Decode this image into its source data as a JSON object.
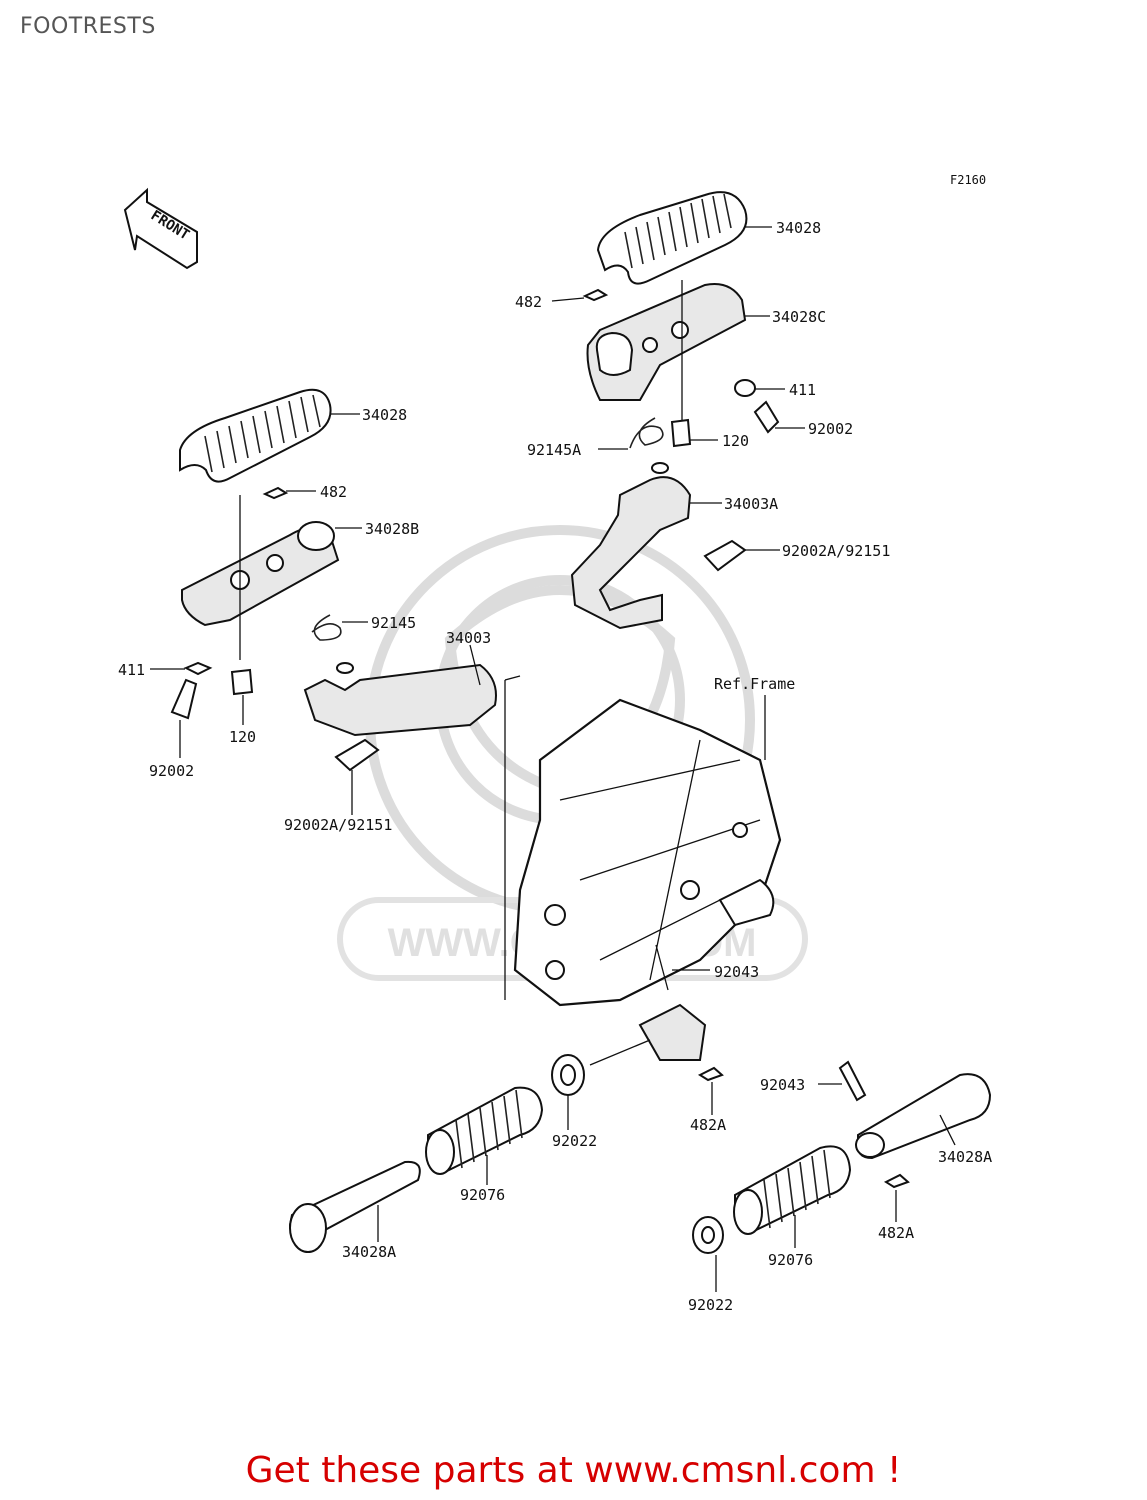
{
  "page": {
    "title": "FOOTRESTS",
    "cta": "Get these parts at www.cmsnl.com !"
  },
  "diagram": {
    "figure_code": "F2160",
    "front_label": "FRONT",
    "watermark": "WWW.CMSNL.COM",
    "ref_frame": "Ref.Frame",
    "callouts": {
      "rr_34028": "34028",
      "rr_482": "482",
      "rr_34028C": "34028C",
      "rr_411": "411",
      "rr_92002": "92002",
      "rr_120": "120",
      "rr_92145A": "92145A",
      "rr_34003A": "34003A",
      "rr_92002A": "92002A/92151",
      "rl_34028": "34028",
      "rl_482": "482",
      "rl_34028B": "34028B",
      "rl_92145": "92145",
      "rl_34003": "34003",
      "rl_411": "411",
      "rl_120": "120",
      "rl_92002": "92002",
      "rl_92002A": "92002A/92151",
      "f_92043a": "92043",
      "f_92022a": "92022",
      "f_482Aa": "482A",
      "f_92076a": "92076",
      "f_34028Aa": "34028A",
      "f_92043b": "92043",
      "f_34028Ab": "34028A",
      "f_482Ab": "482A",
      "f_92076b": "92076",
      "f_92022b": "92022"
    }
  }
}
